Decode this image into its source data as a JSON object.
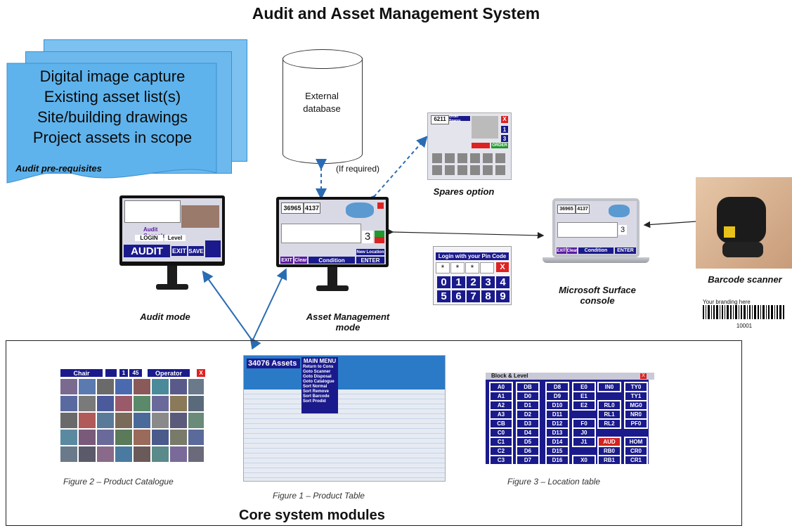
{
  "title": "Audit and Asset Management System",
  "prerequisites": {
    "lines": [
      "Digital image capture",
      "Existing asset list(s)",
      "Site/building drawings",
      "Project assets in scope"
    ],
    "caption": "Audit pre-requisites"
  },
  "database": {
    "label_line1": "External",
    "label_line2": "database",
    "link_label": "(If required)"
  },
  "spares": {
    "caption": "Spares option",
    "header": "Order Spares",
    "code": "6211",
    "order_label": "ORDER"
  },
  "audit_mode": {
    "caption": "Audit mode",
    "console_label": "Audit Console",
    "login_label": "LOGIN",
    "level_label": "Level",
    "audit_label": "AUDIT",
    "exit_label": "EXIT",
    "save_label": "SAVE"
  },
  "asset_mode": {
    "caption_line1": "Asset Management",
    "caption_line2": "mode",
    "num1": "36965",
    "num2": "4137",
    "big_num": "3",
    "condition_label": "Condition",
    "exit_label": "EXIT",
    "clear_label": "Clear",
    "enter_label": "ENTER",
    "new_location_label": "New Location"
  },
  "pin_panel": {
    "title": "Login with your Pin Code",
    "masked": [
      "*",
      "*",
      "*"
    ],
    "close": "X",
    "keys": [
      "0",
      "1",
      "2",
      "3",
      "4",
      "5",
      "6",
      "7",
      "8",
      "9"
    ]
  },
  "surface": {
    "caption_line1": "Microsoft Surface",
    "caption_line2": "console",
    "num1": "36965",
    "num2": "4137",
    "big_num": "3",
    "exit_label": "EXIT",
    "clear_label": "Clear",
    "condition_label": "Condition",
    "enter_label": "ENTER"
  },
  "scanner": {
    "caption": "Barcode scanner",
    "branding": "Your branding here",
    "barcode_number": "10001"
  },
  "core": {
    "title": "Core system modules",
    "fig1_caption": "Figure 1 – Product Table",
    "fig2_caption": "Figure 2 – Product Catalogue",
    "fig3_caption": "Figure 3 – Location table",
    "catalogue": {
      "field1": "Chair",
      "page": "45",
      "field2": "Operator",
      "close": "X"
    },
    "product_table": {
      "assets_label": "34076 Assets",
      "menu_title": "MAIN MENU",
      "menu_items": [
        "Return to Cons",
        "Goto Scanner",
        "Goto Disposal",
        "Goto Catalogue",
        "Sort Normal",
        "Sort Remove",
        "Sort Barcode",
        "Sort Prodid"
      ]
    },
    "location_table": {
      "title": "Block & Level",
      "close": "X",
      "columns": [
        [
          "A0",
          "A1",
          "A2",
          "A3",
          "CB",
          "C0",
          "C1",
          "C2",
          "C3"
        ],
        [
          "DB",
          "D0",
          "D1",
          "D2",
          "D3",
          "D4",
          "D5",
          "D6",
          "D7"
        ],
        [
          "D8",
          "D9",
          "D10",
          "D11",
          "D12",
          "D13",
          "D14",
          "D15",
          "D16"
        ],
        [
          "E0",
          "E1",
          "E2",
          "",
          "F0",
          "J0",
          "J1",
          "",
          "X0"
        ],
        [
          "IN0",
          "",
          "RL0",
          "RL1",
          "RL2",
          "",
          "AUD",
          "RB0",
          "RB1"
        ],
        [
          "TY0",
          "TY1",
          "MG0",
          "NR0",
          "PF0",
          "",
          "HOM",
          "CR0",
          "CR1"
        ]
      ],
      "highlight": "AUD"
    }
  },
  "colors": {
    "doc_blue": "#5fb3ec",
    "panel_navy": "#1a1a8c",
    "accent_red": "#d22222",
    "arrow_blue": "#2a6cb3"
  }
}
